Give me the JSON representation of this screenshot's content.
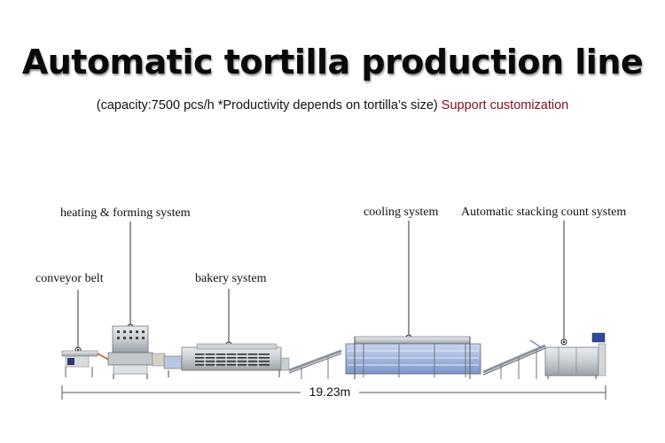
{
  "header": {
    "title": "Automatic tortilla production line",
    "subtitle_main": "(capacity:7500 pcs/h  *Productivity depends on tortilla’s size)",
    "subtitle_accent": "Support customization",
    "accent_color": "#7a1020"
  },
  "callouts": {
    "heating_forming": "heating & forming system",
    "conveyor_belt": "conveyor belt",
    "bakery": "bakery system",
    "cooling": "cooling system",
    "stacking": "Automatic stacking count system"
  },
  "dimension": {
    "total_length": "19.23m"
  }
}
